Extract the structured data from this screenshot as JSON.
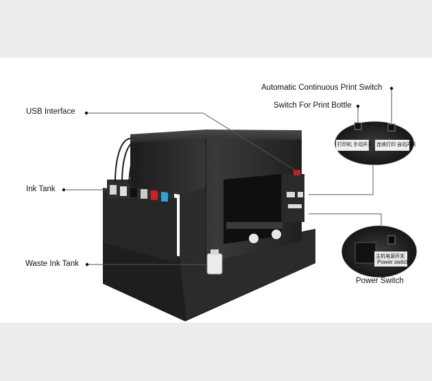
{
  "callouts": {
    "usb_interface": "USB Interface",
    "ink_tank": "Ink Tank",
    "waste_ink_tank": "Waste Ink Tank",
    "auto_switch": "Automatic Continuous Print Switch",
    "bottle_switch": "Switch For Print Bottle",
    "power_switch": "Power Switch"
  },
  "zoom_top": {
    "left_tag": "打印机 手动开关",
    "right_tag": "连续打印 自动开关"
  },
  "zoom_bottom": {
    "tag_line1": "主机电源开关",
    "tag_line2": "Power switch"
  },
  "colors": {
    "background_band": "#ededf0",
    "stage": "#ffffff",
    "printer_body": "#2a2a2a",
    "accent_red": "#cc2222"
  }
}
